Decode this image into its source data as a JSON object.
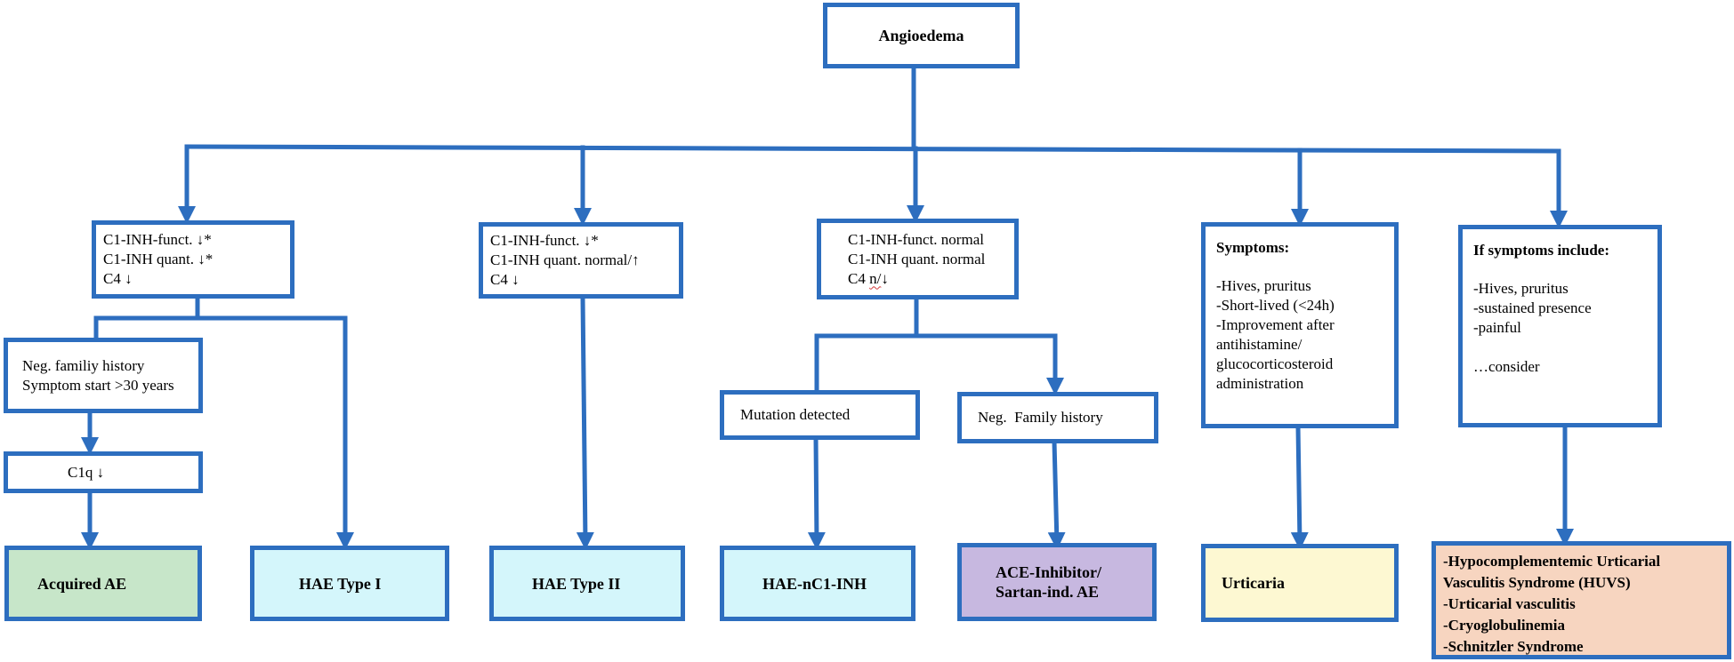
{
  "root": {
    "label": "Angioedema"
  },
  "labs": {
    "hae1": [
      "C1-INH-funct. ↓*",
      "C1-INH quant. ↓*",
      "C4 ↓"
    ],
    "hae2": [
      "C1-INH-funct. ↓*",
      "C1-INH quant. normal/↑",
      "C4 ↓"
    ],
    "normal": [
      "C1-INH-funct. normal",
      "C1-INH quant. normal",
      "C4 ",
      "n/",
      "↓"
    ]
  },
  "urticaria_criteria": {
    "title": "Symptoms:",
    "lines": [
      "-Hives, pruritus",
      "-Short-lived (<24h)",
      "-Improvement after",
      "antihistamine/",
      "glucocorticosteroid",
      "administration"
    ]
  },
  "vasculitis_criteria": {
    "title": "If symptoms include:",
    "lines": [
      "-Hives, pruritus",
      "-sustained presence",
      "-painful",
      "…consider"
    ]
  },
  "acquired_criteria": [
    "Neg. familiy history",
    "Symptom start >30 years"
  ],
  "c1q": "C1q ↓",
  "mutation": "Mutation detected",
  "neg_family": "Neg.  Family history",
  "outcomes": {
    "acquired": "Acquired AE",
    "hae1": "HAE Type I",
    "hae2": "HAE Type II",
    "haen": "HAE-nC1-INH",
    "ace": [
      "ACE-Inhibitor/",
      "Sartan-ind. AE"
    ],
    "urticaria": "Urticaria",
    "huvs": [
      "-Hypocomplementemic Urticarial",
      "Vasculitis Syndrome (HUVS)",
      "-Urticarial vasculitis",
      "-Cryoglobulinemia",
      "-Schnitzler Syndrome"
    ]
  },
  "colors": {
    "line": "#2d6ebf",
    "acquired": "#c7e6c9",
    "hae": "#d4f6fb",
    "ace": "#c7b8e0",
    "urticaria": "#fdf8d2",
    "huvs": "#f7d5c0"
  }
}
